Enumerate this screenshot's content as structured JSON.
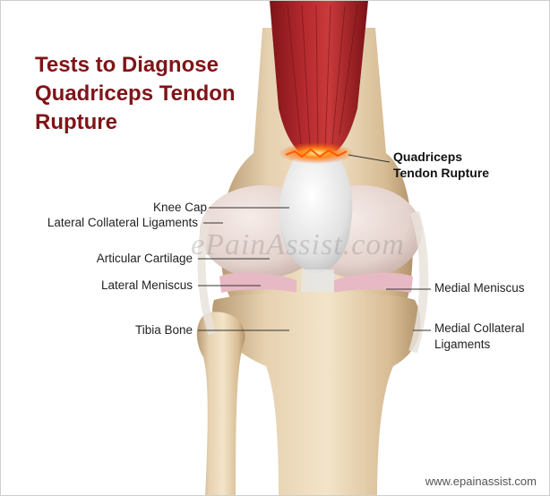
{
  "title": {
    "line1": "Tests to Diagnose",
    "line2": "Quadriceps Tendon",
    "line3": "Rupture"
  },
  "labels": {
    "quadriceps_rupture_line1": "Quadriceps",
    "quadriceps_rupture_line2": "Tendon Rupture",
    "knee_cap": "Knee Cap",
    "lateral_collateral_ligaments": "Lateral Collateral Ligaments",
    "articular_cartilage": "Articular Cartilage",
    "lateral_meniscus": "Lateral Meniscus",
    "medial_meniscus": "Medial Meniscus",
    "tibia_bone": "Tibia Bone",
    "medial_collateral_line1": "Medial Collateral",
    "medial_collateral_line2": "Ligaments"
  },
  "watermark": "ePainAssist.com",
  "website": "www.epainassist.com",
  "colors": {
    "title": "#7f1418",
    "muscle": "#a8262b",
    "bone": "#d9c09a",
    "cartilage": "#e9dcd8",
    "rupture": "#ff7a1a"
  }
}
